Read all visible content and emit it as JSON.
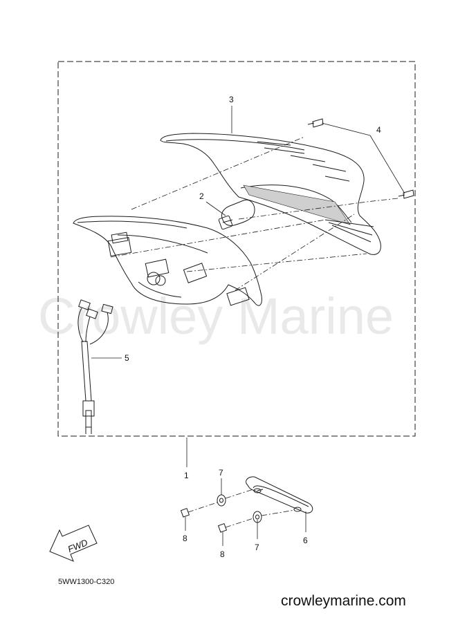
{
  "watermark": "Crowley Marine",
  "callouts": {
    "p1": "1",
    "p2": "2",
    "p3": "3",
    "p4": "4",
    "p5": "5",
    "p6": "6",
    "p7a": "7",
    "p7b": "7",
    "p8a": "8",
    "p8b": "8"
  },
  "fwd_label": "FWD",
  "diagram_code": "5WW1300-C320",
  "site": "crowleymarine.com",
  "colors": {
    "line": "#1a1a1a",
    "watermark": "#e9e9e9"
  },
  "icons": [
    "fwd-arrow-icon"
  ]
}
